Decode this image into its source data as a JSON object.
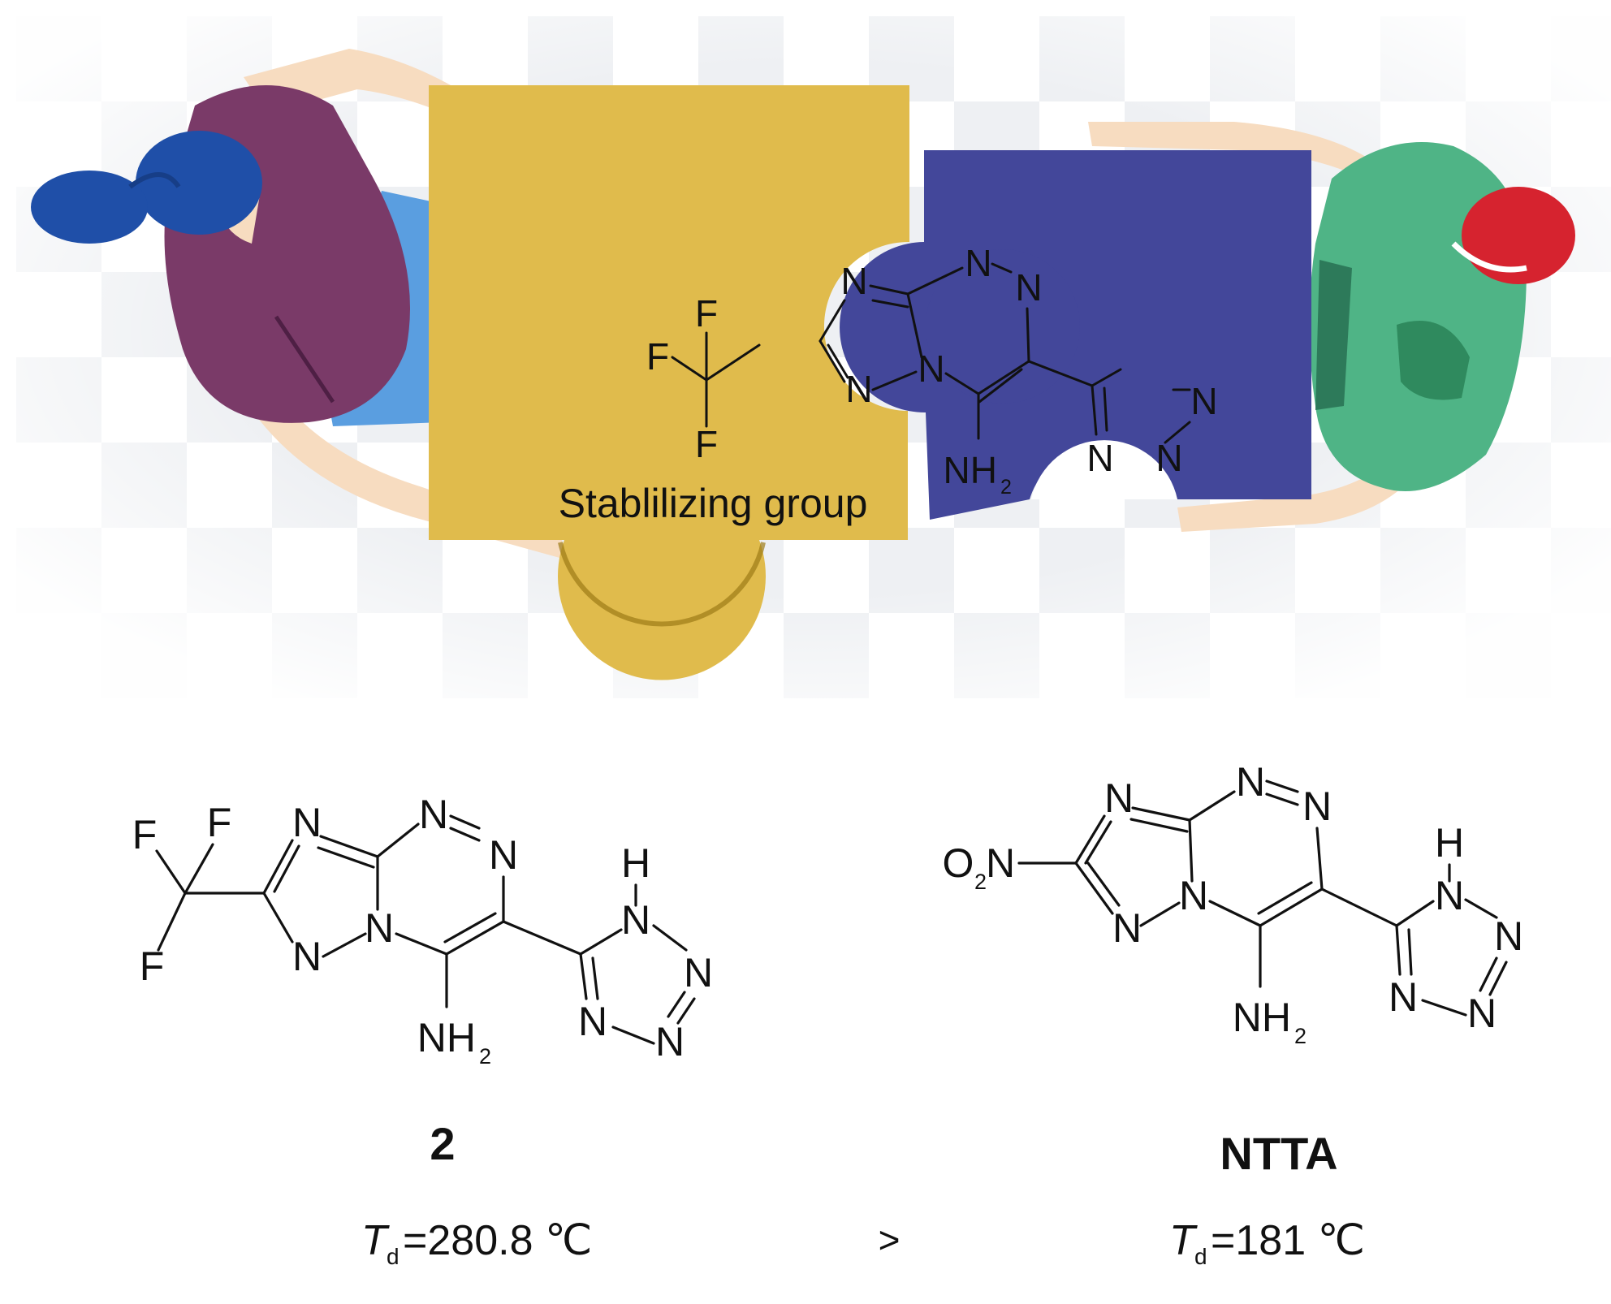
{
  "illustration": {
    "caption": "Stablilizing group",
    "colors": {
      "yellow_piece": "#e0bb4c",
      "blue_piece": "#43479a",
      "left_person_shirt": "#7a3a68",
      "left_person_hair": "#1f4fa8",
      "right_person_shirt": "#4fb486",
      "right_person_hair": "#d6232f",
      "skin": "#f7dcc0",
      "checker": "#eef0f3"
    }
  },
  "atoms": {
    "n": "N",
    "f": "F",
    "h": "H",
    "nh": "NH",
    "nh_sub": "2",
    "o": "O",
    "o_sub": "2"
  },
  "compounds": [
    {
      "label": "2",
      "td_symbol": "T",
      "td_sub": "d",
      "td_value": "=280.8 ℃"
    },
    {
      "label": "NTTA",
      "td_symbol": "T",
      "td_sub": "d",
      "td_value": "=181 ℃"
    }
  ],
  "comparison": ">"
}
